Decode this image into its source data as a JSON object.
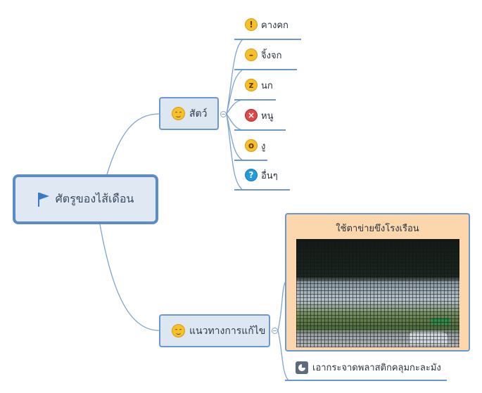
{
  "root": {
    "label": "ศัตรูของไส้เดือน",
    "icon": "flag-icon"
  },
  "branches": [
    {
      "label": "สัตว์",
      "icon": "smiley-icon",
      "children": [
        {
          "label": "คางคก",
          "icon": "shocked-face-icon"
        },
        {
          "label": "จิ้งจก",
          "icon": "neutral-face-icon"
        },
        {
          "label": "นก",
          "icon": "sleepy-face-icon"
        },
        {
          "label": "หนู",
          "icon": "angry-face-icon"
        },
        {
          "label": "งู",
          "icon": "crying-face-icon"
        },
        {
          "label": "อื่นๆ",
          "icon": "question-mark-icon"
        }
      ]
    },
    {
      "label": "แนวทางการแก้ไข",
      "icon": "smiley-icon",
      "children": [
        {
          "label": "ใช้ตาข่ายขึงโรงเรือน",
          "type": "image-topic"
        },
        {
          "label": "เอากระจาดพลาสติกคลุมกะละมัง",
          "icon": "pie-chart-icon"
        }
      ]
    }
  ],
  "colors": {
    "root_border": "#5b8cc8",
    "branch_fill": "#dde7f2",
    "line": "#6d98cd",
    "image_topic_fill": "#fcd6ad"
  }
}
